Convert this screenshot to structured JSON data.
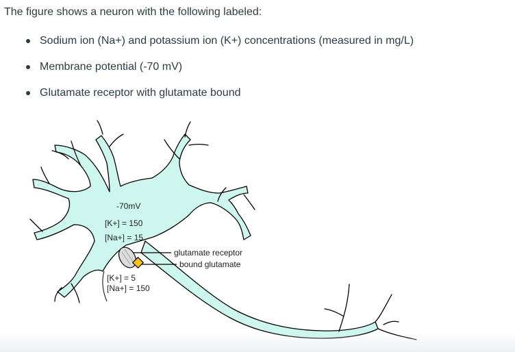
{
  "question": {
    "intro": "The figure shows a neuron with the following labeled:",
    "bullets": [
      "Sodium ion (Na+) and potassium ion (K+) concentrations (measured in mg/L)",
      "Membrane potential (-70 mV)",
      "Glutamate receptor with glutamate bound"
    ]
  },
  "diagram": {
    "inside": {
      "potential": "-70mV",
      "k": "[K+] = 150",
      "na": "[Na+] = 15"
    },
    "outside": {
      "k": "[K+] = 5",
      "na": "[Na+] = 150"
    },
    "callouts": {
      "receptor": "glutamate receptor",
      "glutamate": "bound glutamate"
    },
    "colors": {
      "cytoplasm": "#ccf6ee",
      "outline": "#000000",
      "receptor": "#dcdcdc",
      "glutamate": "#f7c21a"
    }
  }
}
